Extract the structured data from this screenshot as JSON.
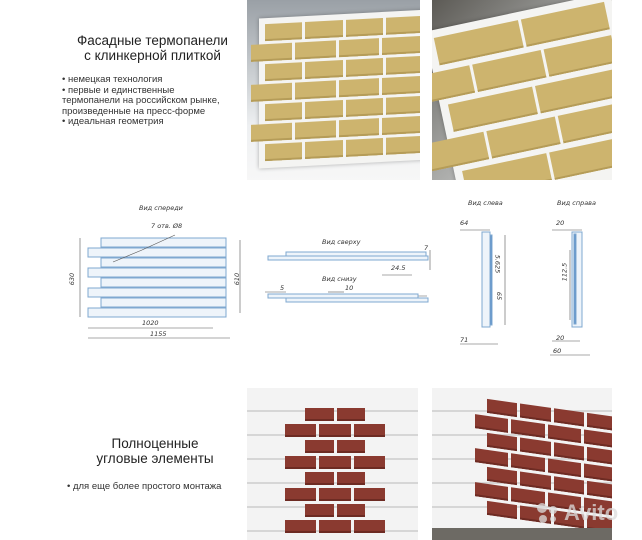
{
  "top": {
    "title_line1": "Фасадные термопанели",
    "title_line2": "с клинкерной плиткой",
    "bullets": [
      "• немецкая технология",
      "• первые и единственные",
      "термопанели на российском рынке,",
      "произведенные на пресс-форме",
      "• идеальная геометрия"
    ]
  },
  "drawing": {
    "front_view": "Вид спереди",
    "holes": "7 отв. Ø8",
    "height_left": "630",
    "height_right": "610",
    "width_inner": "1020",
    "width_outer": "1155",
    "top_view": "Вид сверху",
    "top_dim_7": "7",
    "top_dim_245": "24.5",
    "bottom_view": "Вид снизу",
    "bottom_dim_5": "5",
    "bottom_dim_10": "10",
    "left_view": "Вид слева",
    "left_64": "64",
    "left_5625": "5.625",
    "left_65": "65",
    "left_71": "71",
    "right_view": "Вид справа",
    "right_20a": "20",
    "right_1125": "112.5",
    "right_20b": "20",
    "right_60": "60"
  },
  "bottom": {
    "title_line1": "Полноценные",
    "title_line2": "угловые элементы",
    "bullet": "• для еще более простого монтажа"
  },
  "watermark": "Avito",
  "colors": {
    "yellow_tile": "#cdb46e",
    "red_tile": "#8a3a30",
    "drawing_line": "#7fa8d0"
  }
}
